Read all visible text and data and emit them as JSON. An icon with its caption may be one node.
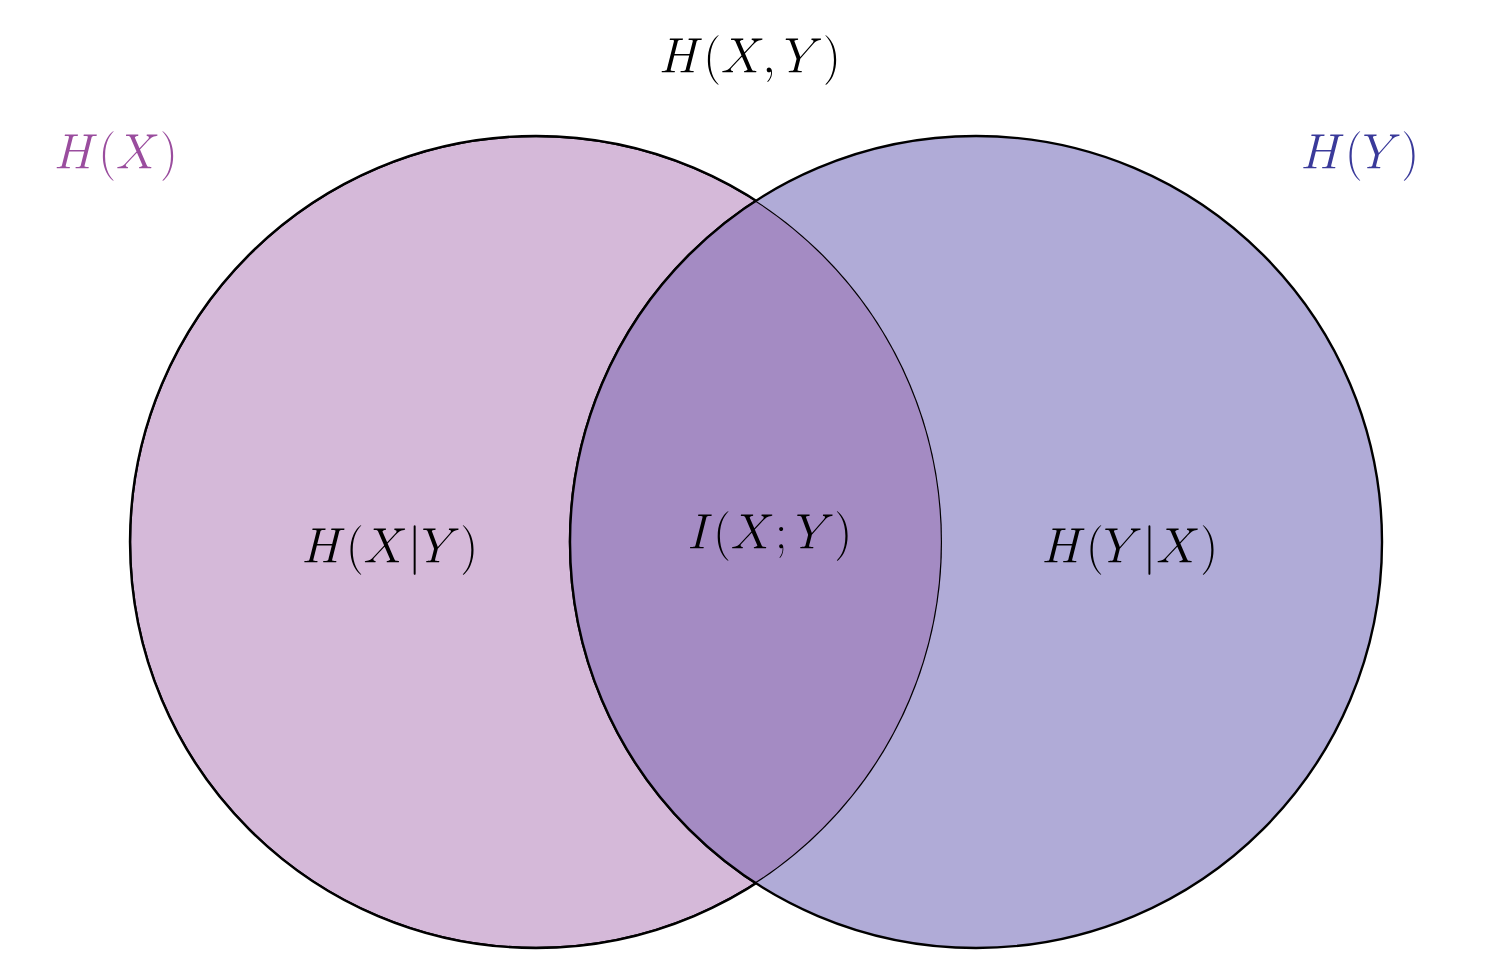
{
  "diagram": {
    "nodes": [
      {
        "text": [
          "H(X)",
          "H(X|Y)"
        ]
      },
      {
        "text": [
          "H(Y)",
          "H(Y|X)"
        ]
      }
    ],
    "labels": [
      "H(X,Y)",
      "I(X;Y)"
    ]
  }
}
